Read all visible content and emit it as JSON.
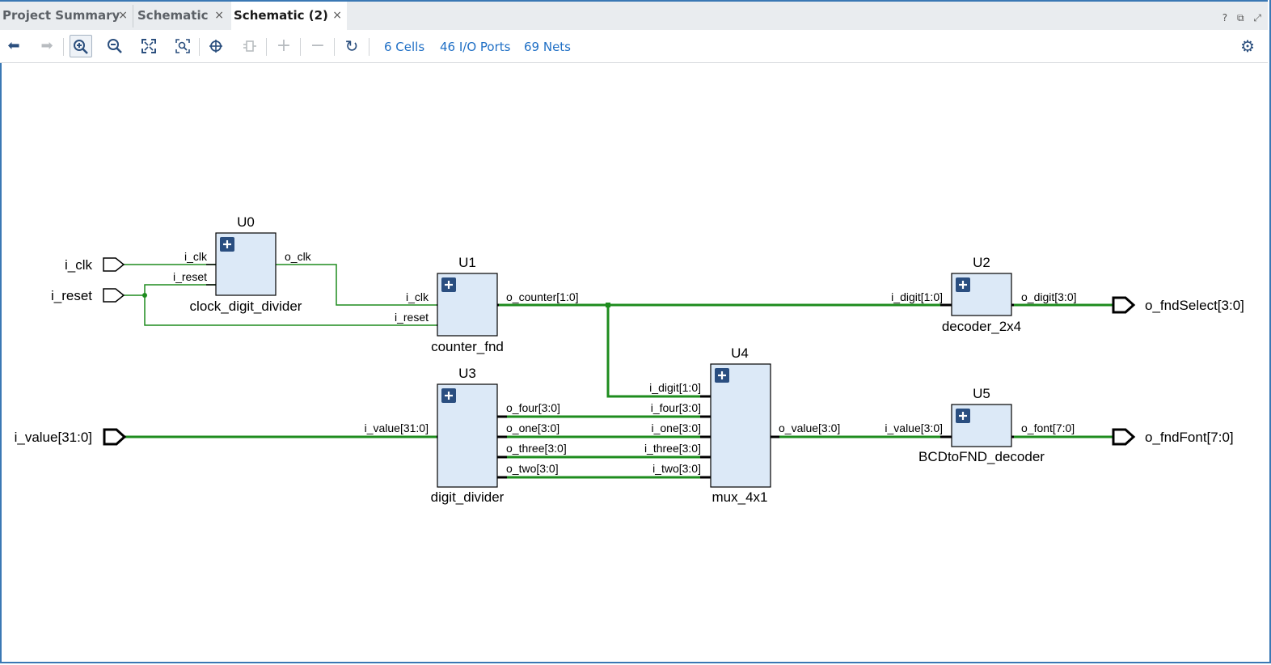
{
  "tabs": [
    {
      "label": "Project Summary",
      "close": "×"
    },
    {
      "label": "Schematic",
      "close": "×"
    },
    {
      "label": "Schematic (2)",
      "close": "×"
    }
  ],
  "window_controls": {
    "help": "?",
    "restore": "⧉",
    "maximize": "⤢"
  },
  "toolbar": {
    "cells": "6 Cells",
    "io_ports": "46 I/O Ports",
    "nets": "69 Nets",
    "icons": [
      "back-arrow-icon",
      "forward-arrow-icon",
      "zoom-in-icon",
      "zoom-out-icon",
      "zoom-fit-icon",
      "zoom-area-icon",
      "select-icon",
      "expand-icon",
      "add-icon",
      "remove-icon",
      "refresh-icon",
      "gear-icon"
    ]
  },
  "colors": {
    "accent": "#3a78b4",
    "link": "#1f6fc5",
    "net": "#1e8c1e",
    "cell_fill": "#dce9f7",
    "cell_plus": "#2a4e80"
  },
  "schematic": {
    "ports": {
      "i_clk": "i_clk",
      "i_reset": "i_reset",
      "i_value": "i_value[31:0]",
      "o_fndSelect": "o_fndSelect[3:0]",
      "o_fndFont": "o_fndFont[7:0]"
    },
    "cells": {
      "u0": {
        "inst": "U0",
        "type": "clock_digit_divider",
        "pins": {
          "i_clk": "i_clk",
          "i_reset": "i_reset",
          "o_clk": "o_clk"
        }
      },
      "u1": {
        "inst": "U1",
        "type": "counter_fnd",
        "pins": {
          "i_clk": "i_clk",
          "i_reset": "i_reset",
          "o_counter": "o_counter[1:0]"
        }
      },
      "u2": {
        "inst": "U2",
        "type": "decoder_2x4",
        "pins": {
          "i_digit": "i_digit[1:0]",
          "o_digit": "o_digit[3:0]"
        }
      },
      "u3": {
        "inst": "U3",
        "type": "digit_divider",
        "pins": {
          "i_value": "i_value[31:0]",
          "o_four": "o_four[3:0]",
          "o_one": "o_one[3:0]",
          "o_three": "o_three[3:0]",
          "o_two": "o_two[3:0]"
        }
      },
      "u4": {
        "inst": "U4",
        "type": "mux_4x1",
        "pins": {
          "i_digit": "i_digit[1:0]",
          "i_four": "i_four[3:0]",
          "i_one": "i_one[3:0]",
          "i_three": "i_three[3:0]",
          "i_two": "i_two[3:0]",
          "o_value": "o_value[3:0]"
        }
      },
      "u5": {
        "inst": "U5",
        "type": "BCDtoFND_decoder",
        "pins": {
          "i_value": "i_value[3:0]",
          "o_font": "o_font[7:0]"
        }
      }
    }
  }
}
